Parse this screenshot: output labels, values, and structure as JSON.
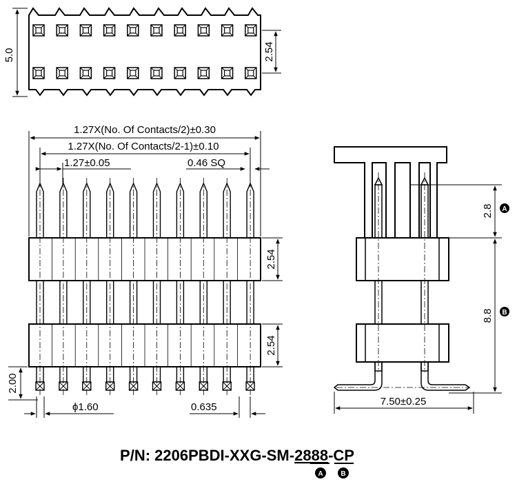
{
  "top_view": {
    "height_label": "5.0",
    "row_pitch_label": "2.54",
    "pads_per_row": 10
  },
  "front_view": {
    "overall_label": "1.27X(No. Of Contacts/2)±0.30",
    "pin_span_label": "1.27X(No. Of Contacts/2-1)±0.10",
    "pitch_label": "1.27±0.05",
    "pin_size_label": "0.46 SQ",
    "insulator_top_label": "2.54",
    "insulator_bottom_label": "2.54",
    "foot_height_label": "2.00",
    "post_dia_label": "ϕ1.60",
    "offset_label": "0.635",
    "pin_count": 10
  },
  "side_view": {
    "dim_a_label": "2.8",
    "dim_b_label": "8.8",
    "width_label": "7.50±0.25",
    "marker_a": "A",
    "marker_b": "B"
  },
  "part_number": {
    "prefix": "P/N: 2206PBDI-XXG-SM-",
    "code_a": "28",
    "code_b": "88",
    "suffix": "-CP",
    "marker_a": "A",
    "marker_b": "B"
  }
}
